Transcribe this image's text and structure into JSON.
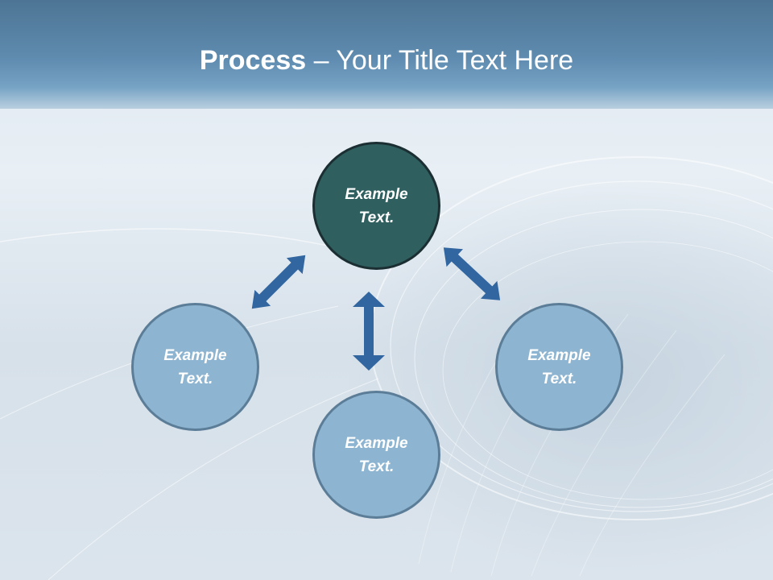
{
  "title": {
    "bold": "Process",
    "rest": " – Your Title Text Here"
  },
  "colors": {
    "primary_node": "#2f5f5f",
    "secondary_node": "#8db5d1",
    "arrow": "#3266a0"
  },
  "nodes": {
    "top": {
      "line1": "Example",
      "line2": "Text."
    },
    "left": {
      "line1": "Example",
      "line2": "Text."
    },
    "bottom": {
      "line1": "Example",
      "line2": "Text."
    },
    "right": {
      "line1": "Example",
      "line2": "Text."
    }
  }
}
